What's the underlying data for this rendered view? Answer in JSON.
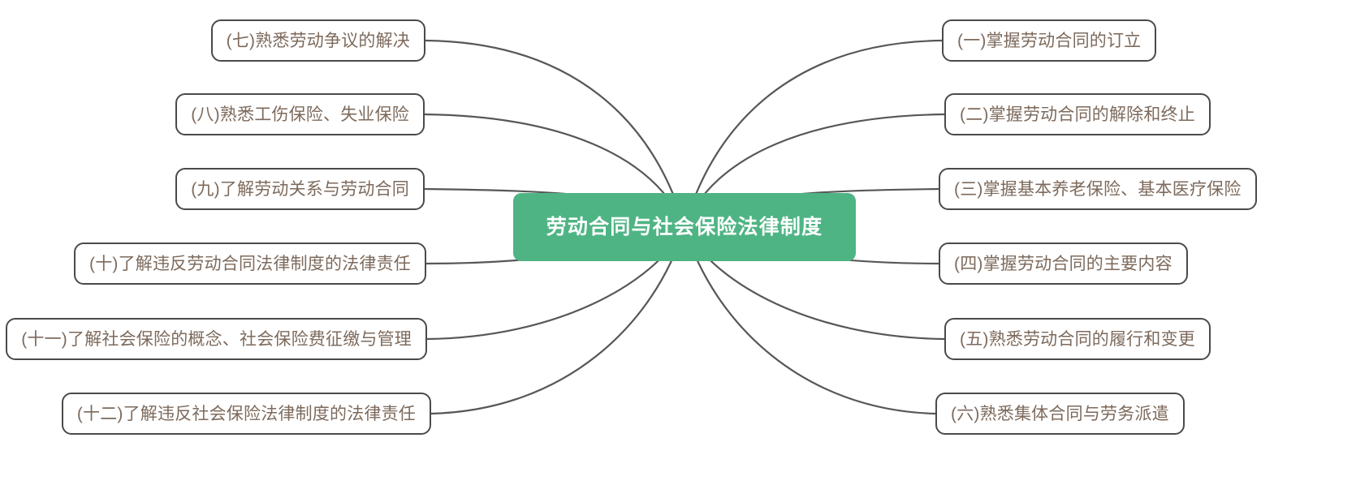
{
  "diagram": {
    "type": "mind-map",
    "title": "劳动合同与社会保险法律制度",
    "root": {
      "label": "劳动合同与社会保险法律制度",
      "fill_color": "#4fb484",
      "text_color": "#ffffff"
    },
    "style": {
      "node_border_color": "#4a4a4a",
      "node_fill_color": "#ffffff",
      "node_text_color": "#7d6a5c",
      "connector_color": "#575757",
      "background_color": "#ffffff"
    },
    "branches": {
      "right": [
        {
          "label": "(一)掌握劳动合同的订立"
        },
        {
          "label": "(二)掌握劳动合同的解除和终止"
        },
        {
          "label": "(三)掌握基本养老保险、基本医疗保险"
        },
        {
          "label": "(四)掌握劳动合同的主要内容"
        },
        {
          "label": "(五)熟悉劳动合同的履行和变更"
        },
        {
          "label": "(六)熟悉集体合同与劳务派遣"
        }
      ],
      "left": [
        {
          "label": "(七)熟悉劳动争议的解决"
        },
        {
          "label": "(八)熟悉工伤保险、失业保险"
        },
        {
          "label": "(九)了解劳动关系与劳动合同"
        },
        {
          "label": "(十)了解违反劳动合同法律制度的法律责任"
        },
        {
          "label": "(十一)了解社会保险的概念、社会保险费征缴与管理"
        },
        {
          "label": "(十二)了解违反社会保险法律制度的法律责任"
        }
      ]
    }
  }
}
